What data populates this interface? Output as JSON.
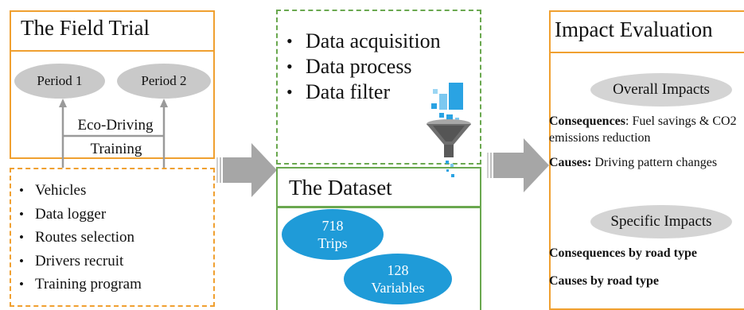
{
  "field_trial": {
    "title": "The Field Trial",
    "period1": "Period 1",
    "period2": "Period 2",
    "link_label_1": "Eco-Driving",
    "link_label_2": "Training"
  },
  "setup_items": [
    "Vehicles",
    "Data logger",
    "Routes selection",
    "Drivers recruit",
    "Training program"
  ],
  "processing_steps": [
    "Data acquisition",
    "Data process",
    "Data filter"
  ],
  "dataset": {
    "title": "The Dataset",
    "trips_count": "718",
    "trips_label": "Trips",
    "variables_count": "128",
    "variables_label": "Variables"
  },
  "impact": {
    "title": "Impact Evaluation",
    "overall": "Overall Impacts",
    "consequences_label": "Consequences",
    "consequences_text": ": Fuel savings & CO2 emissions reduction",
    "causes_label": "Causes:",
    "causes_text": " Driving pattern changes",
    "specific": "Specific Impacts",
    "specific_consequences": "Consequences  by road type",
    "specific_causes": "Causes by road type"
  },
  "colors": {
    "orange": "#f0a030",
    "green": "#6aa84f",
    "blue": "#1f9bd8",
    "grey": "#c9c9c9",
    "arrow": "#a6a6a6"
  }
}
